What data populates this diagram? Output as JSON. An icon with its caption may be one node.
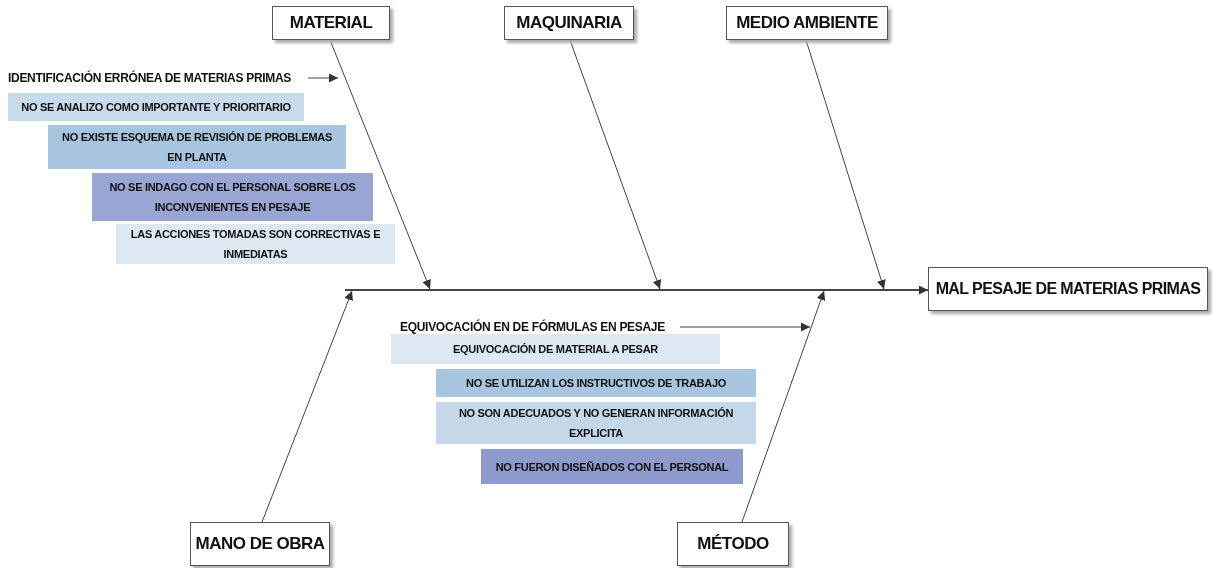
{
  "diagram": {
    "nodes": [
      {
        "text": [
          "MATERIAL"
        ]
      },
      {
        "text": [
          "MAQUINARIA"
        ]
      },
      {
        "text": [
          "MEDIO AMBIENTE"
        ]
      },
      {
        "text": [
          "MAL PESAJE DE MATERIAS PRIMAS"
        ]
      },
      {
        "text": [
          "IDENTIFICACIÓN ERRÓNEA DE MATERIAS PRIMAS"
        ]
      },
      {
        "text": [
          "NO SE ANALIZO COMO IMPORTANTE Y PRIORITARIO"
        ]
      },
      {
        "text": [
          "NO EXISTE ESQUEMA DE REVISIÓN DE PROBLEMAS EN PLANTA"
        ]
      },
      {
        "text": [
          "NO SE INDAGO CON EL PERSONAL SOBRE LOS INCONVENIENTES EN PESAJE"
        ]
      },
      {
        "text": [
          "LAS ACCIONES TOMADAS SON CORRECTIVAS E INMEDIATAS"
        ]
      },
      {
        "text": [
          "EQUIVOCACIÓN EN DE FÓRMULAS EN PESAJE"
        ]
      },
      {
        "text": [
          "EQUIVOCACIÓN DE MATERIAL A PESAR"
        ]
      },
      {
        "text": [
          "NO SE UTILIZAN LOS INSTRUCTIVOS DE TRABAJO"
        ]
      },
      {
        "text": [
          "NO SON ADECUADOS Y NO GENERAN INFORMACIÓN EXPLICITA"
        ]
      },
      {
        "text": [
          "NO FUERON DISEÑADOS CON EL PERSONAL"
        ]
      },
      {
        "text": [
          "MANO DE OBRA"
        ]
      },
      {
        "text": [
          "MÉTODO"
        ]
      },
      {
        "text": [],
        "shape": "bar"
      }
    ],
    "edges": [
      {
        "from": 16,
        "to": 3,
        "arrow": "to"
      },
      {
        "from": 0,
        "to": 16,
        "arrow": "to"
      },
      {
        "from": 1,
        "to": 16,
        "arrow": "to"
      },
      {
        "from": 2,
        "to": 16,
        "arrow": "to"
      },
      {
        "from": 14,
        "to": 16,
        "arrow": "to"
      },
      {
        "from": 15,
        "to": 16,
        "arrow": "to"
      },
      {
        "from": 4,
        "to": null,
        "arrow": "to"
      },
      {
        "from": 9,
        "to": null,
        "arrow": "to"
      }
    ]
  }
}
